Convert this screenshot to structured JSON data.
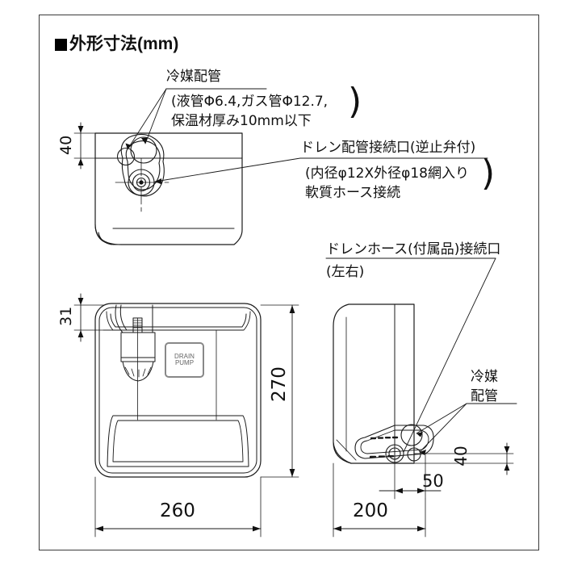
{
  "title": {
    "symbol": "■",
    "text": "外形寸法(mm)"
  },
  "annotations": {
    "refrigerant_pipe_top": "冷媒配管",
    "refrigerant_spec_line1": "(液管Φ6.4,ガス管Φ12.7,",
    "refrigerant_spec_line2": "保温材厚み10mm以下",
    "drain_port_title": "ドレン配管接続口(逆止弁付)",
    "drain_port_line1": "(内径φ12X外径φ18網入り",
    "drain_port_line2": "軟質ホース接続",
    "drain_hose_title": "ドレンホース(付属品)接続口",
    "drain_hose_line2": "(左右)",
    "refrigerant_pipe_side_l1": "冷媒",
    "refrigerant_pipe_side_l2": "配管",
    "bracket_close": ")"
  },
  "labels": {
    "drain_pump_l1": "DRAIN",
    "drain_pump_l2": "PUMP"
  },
  "dimensions": {
    "top_height": "40",
    "front_top_offset": "31",
    "front_height": "270",
    "front_width": "260",
    "side_pipe_height": "40",
    "side_pipe_offset": "50",
    "side_depth": "200"
  },
  "chart_data": {
    "type": "table",
    "title": "外形寸法(mm)",
    "categories": [
      "40",
      "31",
      "270",
      "260",
      "40",
      "50",
      "200"
    ],
    "values": [
      40,
      31,
      270,
      260,
      40,
      50,
      200
    ],
    "xlabel": "",
    "ylabel": ""
  },
  "colors": {
    "line": "#1a1a1a",
    "frame": "#3a3a3a",
    "label_gray": "#777777"
  }
}
